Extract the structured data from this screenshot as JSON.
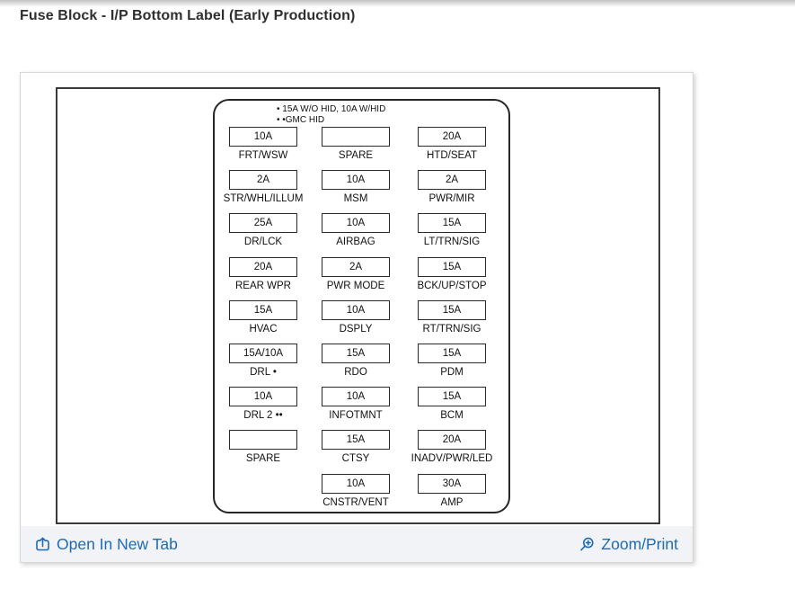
{
  "page": {
    "title": "Fuse Block - I/P Bottom Label (Early Production)"
  },
  "diagram": {
    "notes": [
      "• 15A W/O HID, 10A W/HID",
      "• •GMC HID"
    ],
    "rows": [
      {
        "cells": [
          {
            "amp": "10A",
            "label": "FRT/WSW"
          },
          {
            "amp": "",
            "label": "SPARE"
          },
          {
            "amp": "20A",
            "label": "HTD/SEAT"
          }
        ]
      },
      {
        "cells": [
          {
            "amp": "2A",
            "label": "STR/WHL/ILLUM"
          },
          {
            "amp": "10A",
            "label": "MSM"
          },
          {
            "amp": "2A",
            "label": "PWR/MIR"
          }
        ]
      },
      {
        "cells": [
          {
            "amp": "25A",
            "label": "DR/LCK"
          },
          {
            "amp": "10A",
            "label": "AIRBAG"
          },
          {
            "amp": "15A",
            "label": "LT/TRN/SIG"
          }
        ]
      },
      {
        "cells": [
          {
            "amp": "20A",
            "label": "REAR WPR"
          },
          {
            "amp": "2A",
            "label": "PWR MODE"
          },
          {
            "amp": "15A",
            "label": "BCK/UP/STOP"
          }
        ]
      },
      {
        "cells": [
          {
            "amp": "15A",
            "label": "HVAC"
          },
          {
            "amp": "10A",
            "label": "DSPLY"
          },
          {
            "amp": "15A",
            "label": "RT/TRN/SIG"
          }
        ]
      },
      {
        "cells": [
          {
            "amp": "15A/10A",
            "label": "DRL •"
          },
          {
            "amp": "15A",
            "label": "RDO"
          },
          {
            "amp": "15A",
            "label": "PDM"
          }
        ]
      },
      {
        "cells": [
          {
            "amp": "10A",
            "label": "DRL 2 ••"
          },
          {
            "amp": "10A",
            "label": "INFOTMNT"
          },
          {
            "amp": "15A",
            "label": "BCM"
          }
        ]
      },
      {
        "cells": [
          {
            "amp": "",
            "label": "SPARE"
          },
          {
            "amp": "15A",
            "label": "CTSY"
          },
          {
            "amp": "20A",
            "label": "INADV/PWR/LED"
          }
        ]
      },
      {
        "cells": [
          null,
          {
            "amp": "10A",
            "label": "CNSTR/VENT"
          },
          {
            "amp": "30A",
            "label": "AMP"
          }
        ]
      }
    ]
  },
  "footer": {
    "open_label": "Open In New Tab",
    "zoom_label": "Zoom/Print"
  },
  "colors": {
    "link_blue": "#1e6bb3",
    "footer_bg": "#f1f3f6",
    "diagram_line": "#2b2b2b"
  }
}
